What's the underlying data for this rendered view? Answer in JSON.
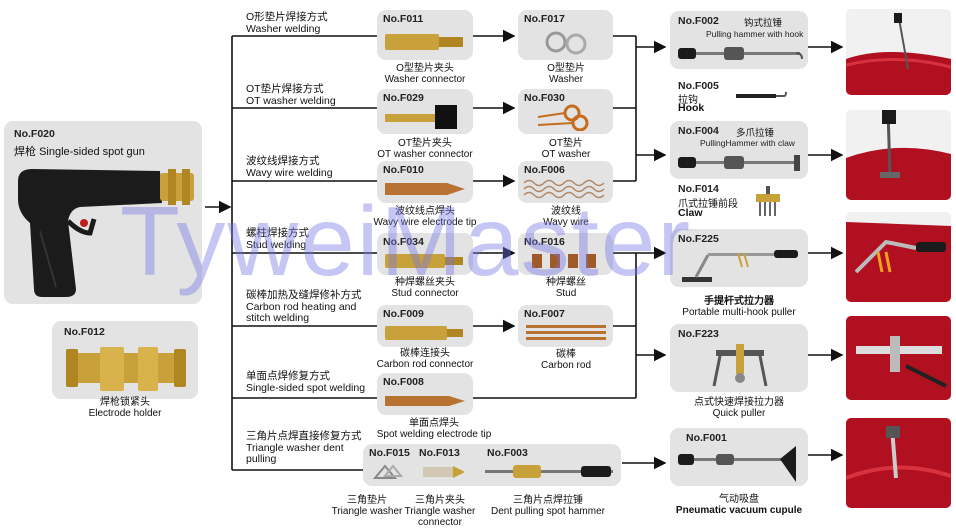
{
  "watermark": "TyweiMaster",
  "source": {
    "gun": {
      "code": "No.F020",
      "name_cn": "焊枪",
      "name_en": "Single-sided spot gun"
    },
    "holder": {
      "code": "No.F012",
      "name_cn": "焊枪锁紧头",
      "name_en": "Electrode holder"
    }
  },
  "methods": [
    {
      "cn": "O形垫片焊接方式",
      "en": "Washer welding"
    },
    {
      "cn": "OT垫片焊接方式",
      "en": "OT washer welding"
    },
    {
      "cn": "波纹线焊接方式",
      "en": "Wavy wire welding"
    },
    {
      "cn": "螺柱焊接方式",
      "en": "Stud welding"
    },
    {
      "cn": "碳棒加热及缝焊修补方式",
      "en1": "Carbon rod heating and",
      "en2": "stitch welding"
    },
    {
      "cn": "单面点焊修复方式",
      "en": "Single-sided spot welding"
    },
    {
      "cn": "三角片点焊直接修复方式",
      "en1": "Triangle washer dent",
      "en2": "pulling"
    }
  ],
  "tips": [
    {
      "code": "No.F011",
      "cn": "O型垫片夹头",
      "en": "Washer connector"
    },
    {
      "code": "No.F029",
      "cn": "OT垫片夹头",
      "en": "OT washer connector"
    },
    {
      "code": "No.F010",
      "cn": "波纹线点焊头",
      "en": "Wavy wire electrode tip"
    },
    {
      "code": "No.F034",
      "cn": "种焊螺丝夹头",
      "en": "Stud connector"
    },
    {
      "code": "No.F009",
      "cn": "碳棒连接头",
      "en": "Carbon rod connector"
    },
    {
      "code": "No.F008",
      "cn": "单面点焊头",
      "en": "Spot welding electrode tip"
    }
  ],
  "consumables": [
    {
      "code": "No.F017",
      "cn": "O型垫片",
      "en": "Washer"
    },
    {
      "code": "No.F030",
      "cn": "OT垫片",
      "en": "OT washer"
    },
    {
      "code": "No.F006",
      "cn": "波纹线",
      "en": "Wavy wire"
    },
    {
      "code": "No.F016",
      "cn": "种焊螺丝",
      "en": "Stud"
    },
    {
      "code": "No.F007",
      "cn": "碳棒",
      "en": "Carbon rod"
    }
  ],
  "triangle": {
    "f015": {
      "code": "No.F015",
      "cn": "三角垫片",
      "en": "Triangle washer"
    },
    "f013": {
      "code": "No.F013",
      "cn": "三角片夹头",
      "en1": "Triangle washer",
      "en2": "connector"
    },
    "f003": {
      "code": "No.F003",
      "cn": "三角片点焊拉锤",
      "en": "Dent pulling spot hammer"
    }
  },
  "pullers": {
    "f002": {
      "code": "No.F002",
      "cn": "钩式拉锤",
      "en": "Pulling hammer with hook"
    },
    "f005": {
      "code": "No.F005",
      "cn": "拉钩",
      "en": "Hook"
    },
    "f004": {
      "code": "No.F004",
      "cn": "多爪拉锤",
      "en": "PullingHammer with claw"
    },
    "f014": {
      "code": "No.F014",
      "cn": "爪式拉锤前段",
      "en": "Claw"
    },
    "f225": {
      "code": "No.F225",
      "cn": "手提杆式拉力器",
      "en": "Portable multi-hook puller"
    },
    "f223": {
      "code": "No.F223",
      "cn": "点式快速焊接拉力器",
      "en": "Quick puller"
    },
    "f001": {
      "code": "No.F001",
      "cn": "气动吸盘",
      "en": "Pneumatic vacuum cupule"
    }
  },
  "colors": {
    "box": "#e3e3e3",
    "line": "#111111",
    "brass": "#c9a13a",
    "copper": "#b87333",
    "car_red": "#b01020",
    "watermark": "#7676e4"
  }
}
